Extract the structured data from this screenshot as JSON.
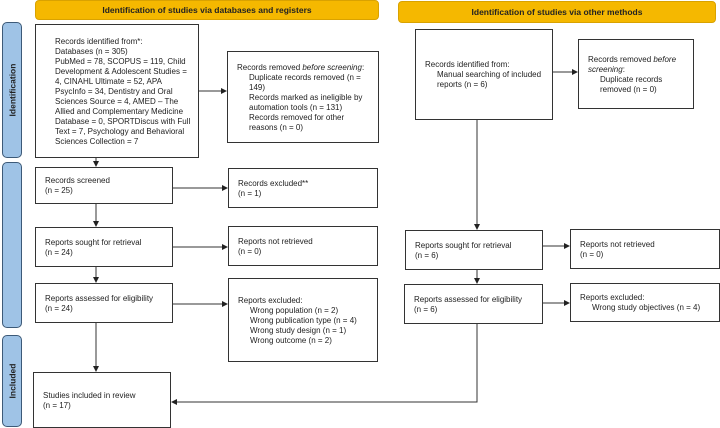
{
  "headers": {
    "databases": "Identification of studies via databases and registers",
    "other": "Identification of studies via other methods"
  },
  "phases": {
    "identification": "Identification",
    "screening": "",
    "included": "Included"
  },
  "left": {
    "identified": {
      "title": "Records identified from*:",
      "lines": [
        "Databases (n = 305)",
        "PubMed = 78, SCOPUS = 119, Child Development & Adolescent Studies = 4, CINAHL Ultimate = 52, APA PsycInfo = 34, Dentistry and Oral Sciences Source = 4, AMED – The Allied and Complementary Medicine Database = 0, SPORTDiscus with Full Text = 7, Psychology and Behavioral Sciences Collection = 7"
      ]
    },
    "removed": {
      "title_a": "Records removed ",
      "title_em": "before screening",
      "title_b": ":",
      "items": [
        "Duplicate records removed (n = 149)",
        "Records marked as ineligible by automation tools (n = 131)",
        "Records removed for other reasons (n = 0)"
      ]
    },
    "screened": {
      "title": "Records screened",
      "n": "(n = 25)"
    },
    "excluded": {
      "title": "Records excluded**",
      "n": "(n = 1)"
    },
    "sought": {
      "title": "Reports sought for retrieval",
      "n": "(n = 24)"
    },
    "not_retrieved": {
      "title": "Reports not retrieved",
      "n": "(n = 0)"
    },
    "assessed": {
      "title": "Reports assessed for eligibility",
      "n": "(n = 24)"
    },
    "reports_excluded": {
      "title": "Reports excluded:",
      "items": [
        "Wrong population (n = 2)",
        "Wrong publication type (n = 4)",
        "Wrong study design (n = 1)",
        "Wrong outcome (n = 2)"
      ]
    },
    "included": {
      "title": "Studies included in review",
      "n": "(n = 17)"
    }
  },
  "right": {
    "identified": {
      "title": "Records identified from:",
      "item": "Manual searching of included reports (n = 6)"
    },
    "removed": {
      "title_a": "Records removed ",
      "title_em": "before screening",
      "title_b": ":",
      "item": "Duplicate records removed (n = 0)"
    },
    "sought": {
      "title": "Reports sought for retrieval",
      "n": "(n = 6)"
    },
    "not_retrieved": {
      "title": "Reports not retrieved",
      "n": "(n = 0)"
    },
    "assessed": {
      "title": "Reports assessed for eligibility",
      "n": "(n = 6)"
    },
    "reports_excluded": {
      "title": "Reports excluded:",
      "item": "Wrong study objectives (n = 4)"
    }
  },
  "colors": {
    "header": "#f5b800",
    "phase": "#9fc3e6",
    "phase_border": "#3d5a78"
  }
}
